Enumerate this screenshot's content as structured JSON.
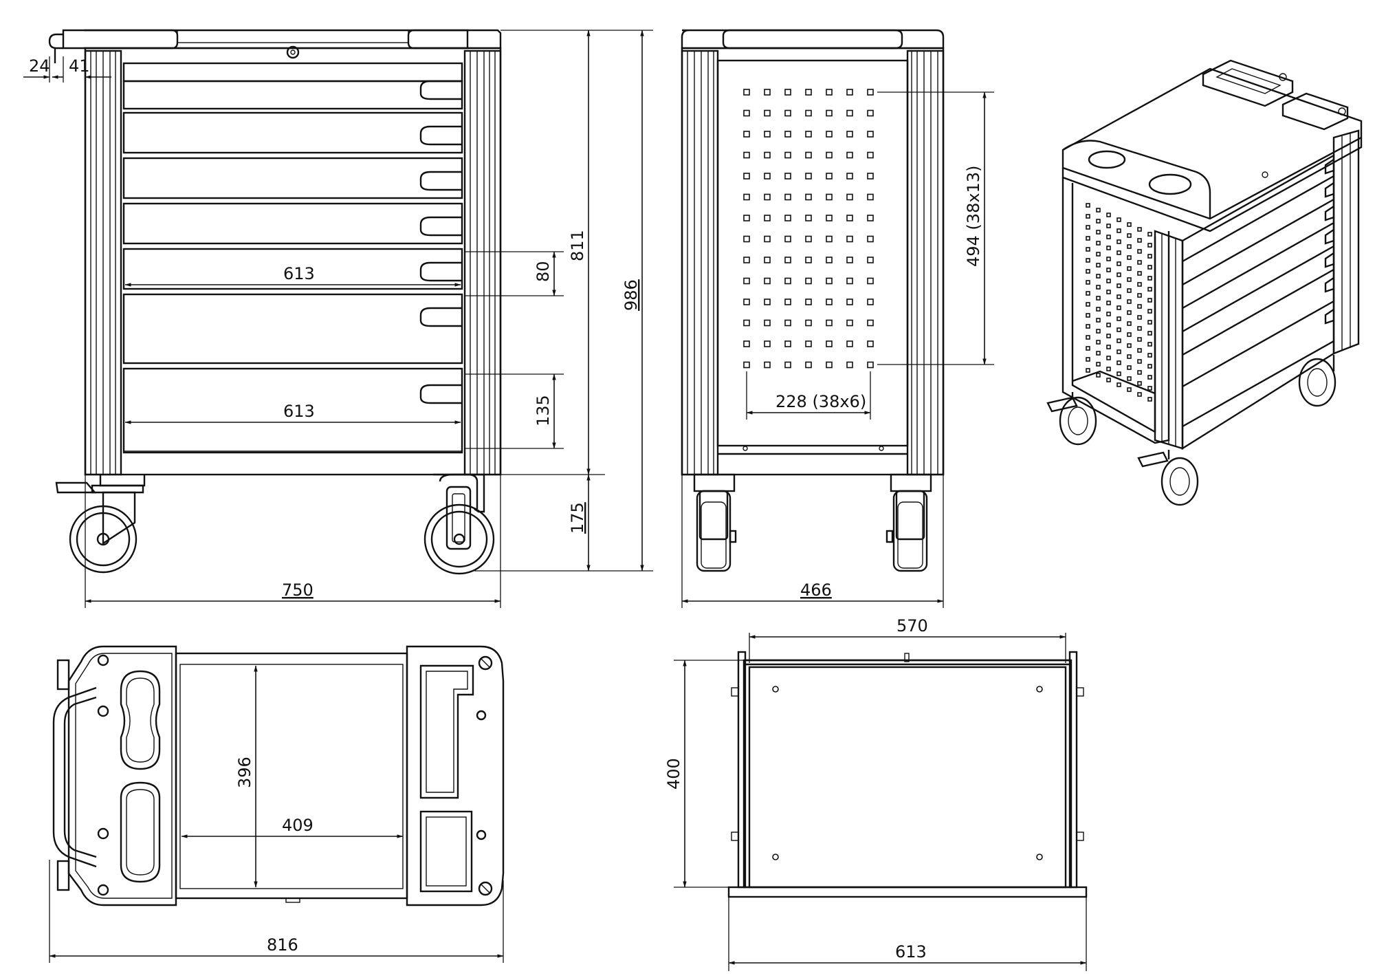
{
  "views": {
    "front": {
      "dimensions": {
        "d_24": "24",
        "d_41": "41",
        "d_613_upper": "613",
        "d_80": "80",
        "d_613_lower": "613",
        "d_135": "135",
        "d_811": "811",
        "d_986": "986",
        "d_175": "175",
        "d_750": "750"
      }
    },
    "side": {
      "dimensions": {
        "d_494": "494 (38x13)",
        "d_228": "228 (38x6)",
        "d_466": "466"
      }
    },
    "top": {
      "dimensions": {
        "d_396": "396",
        "d_409": "409",
        "d_816": "816"
      }
    },
    "drawer": {
      "dimensions": {
        "d_570": "570",
        "d_400": "400",
        "d_613": "613"
      }
    }
  }
}
